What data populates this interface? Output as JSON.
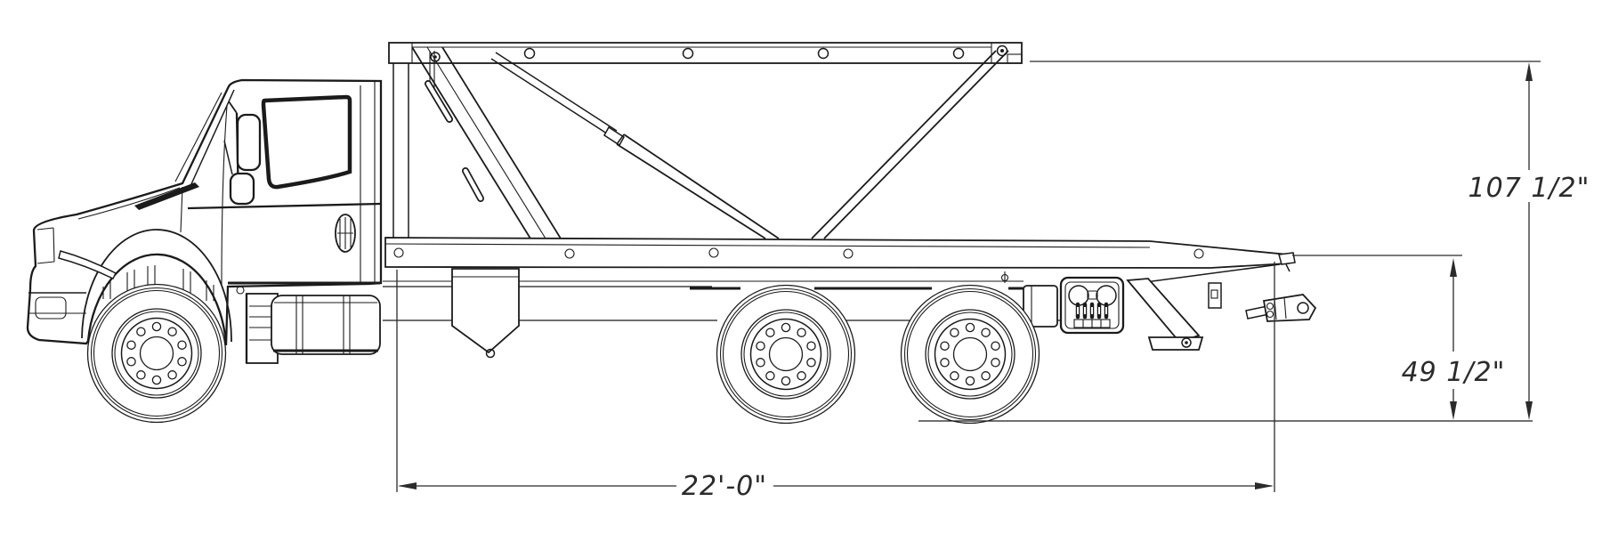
{
  "page": {
    "background": "#ffffff"
  },
  "drawing": {
    "stroke_color": "#1b1b1b",
    "dimension_color": "#2b2b2b"
  },
  "dimensions": {
    "overall_height": {
      "label": "107 1/2\""
    },
    "deck_height": {
      "label": "49 1/2\""
    },
    "body_length": {
      "label": "22'-0\""
    }
  }
}
